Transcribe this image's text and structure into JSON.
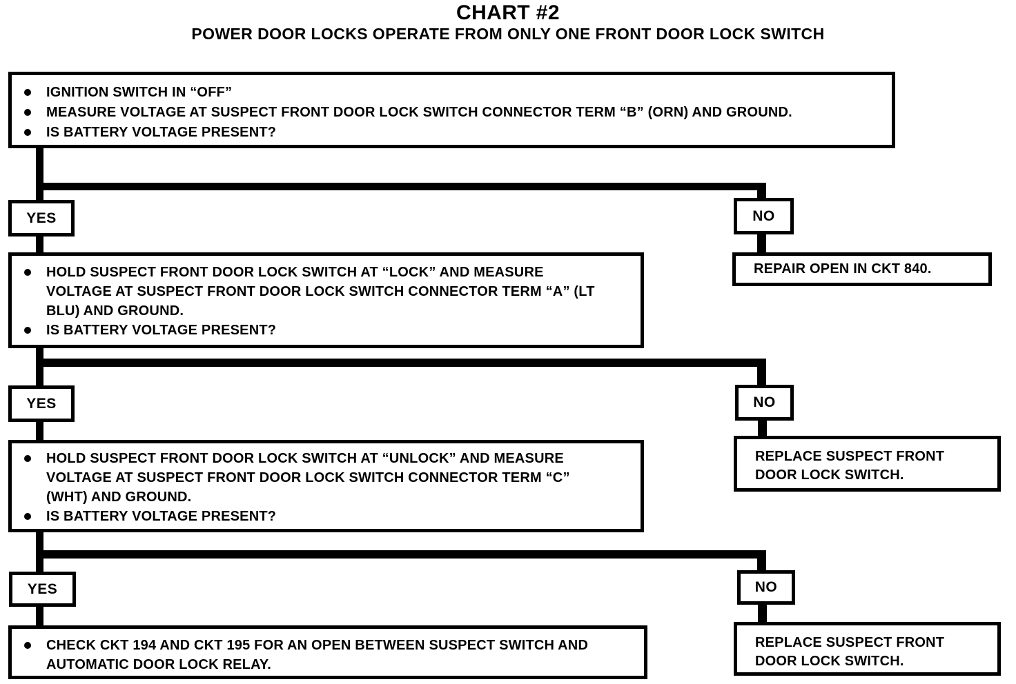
{
  "page": {
    "title": "CHART #2",
    "subtitle": "POWER DOOR LOCKS OPERATE FROM ONLY ONE FRONT DOOR LOCK SWITCH"
  },
  "labels": {
    "yes": "YES",
    "no": "NO"
  },
  "steps": {
    "q1": {
      "bullets": [
        "IGNITION SWITCH IN “OFF”",
        "MEASURE VOLTAGE AT SUSPECT FRONT DOOR LOCK SWITCH CONNECTOR TERM “B” (ORN) AND GROUND.",
        "IS BATTERY VOLTAGE PRESENT?"
      ]
    },
    "q2": {
      "bullets": [
        "HOLD SUSPECT FRONT DOOR LOCK SWITCH AT “LOCK” AND MEASURE VOLTAGE AT SUSPECT FRONT DOOR LOCK SWITCH CONNECTOR TERM “A” (LT BLU) AND GROUND.",
        "IS BATTERY VOLTAGE PRESENT?"
      ]
    },
    "q3": {
      "bullets": [
        "HOLD SUSPECT FRONT DOOR LOCK SWITCH AT “UNLOCK” AND MEASURE VOLTAGE AT SUSPECT FRONT DOOR LOCK SWITCH CONNECTOR TERM “C” (WHT) AND GROUND.",
        "IS BATTERY VOLTAGE PRESENT?"
      ]
    },
    "final_yes": {
      "bullets": [
        "CHECK CKT 194 AND CKT 195 FOR AN OPEN BETWEEN SUSPECT SWITCH AND AUTOMATIC DOOR LOCK RELAY."
      ]
    }
  },
  "results": {
    "no1": "REPAIR OPEN IN CKT 840.",
    "no2": "REPLACE SUSPECT FRONT DOOR LOCK SWITCH.",
    "no3": "REPLACE SUSPECT FRONT DOOR LOCK SWITCH."
  },
  "colors": {
    "ink": "#000000",
    "paper": "#ffffff"
  }
}
